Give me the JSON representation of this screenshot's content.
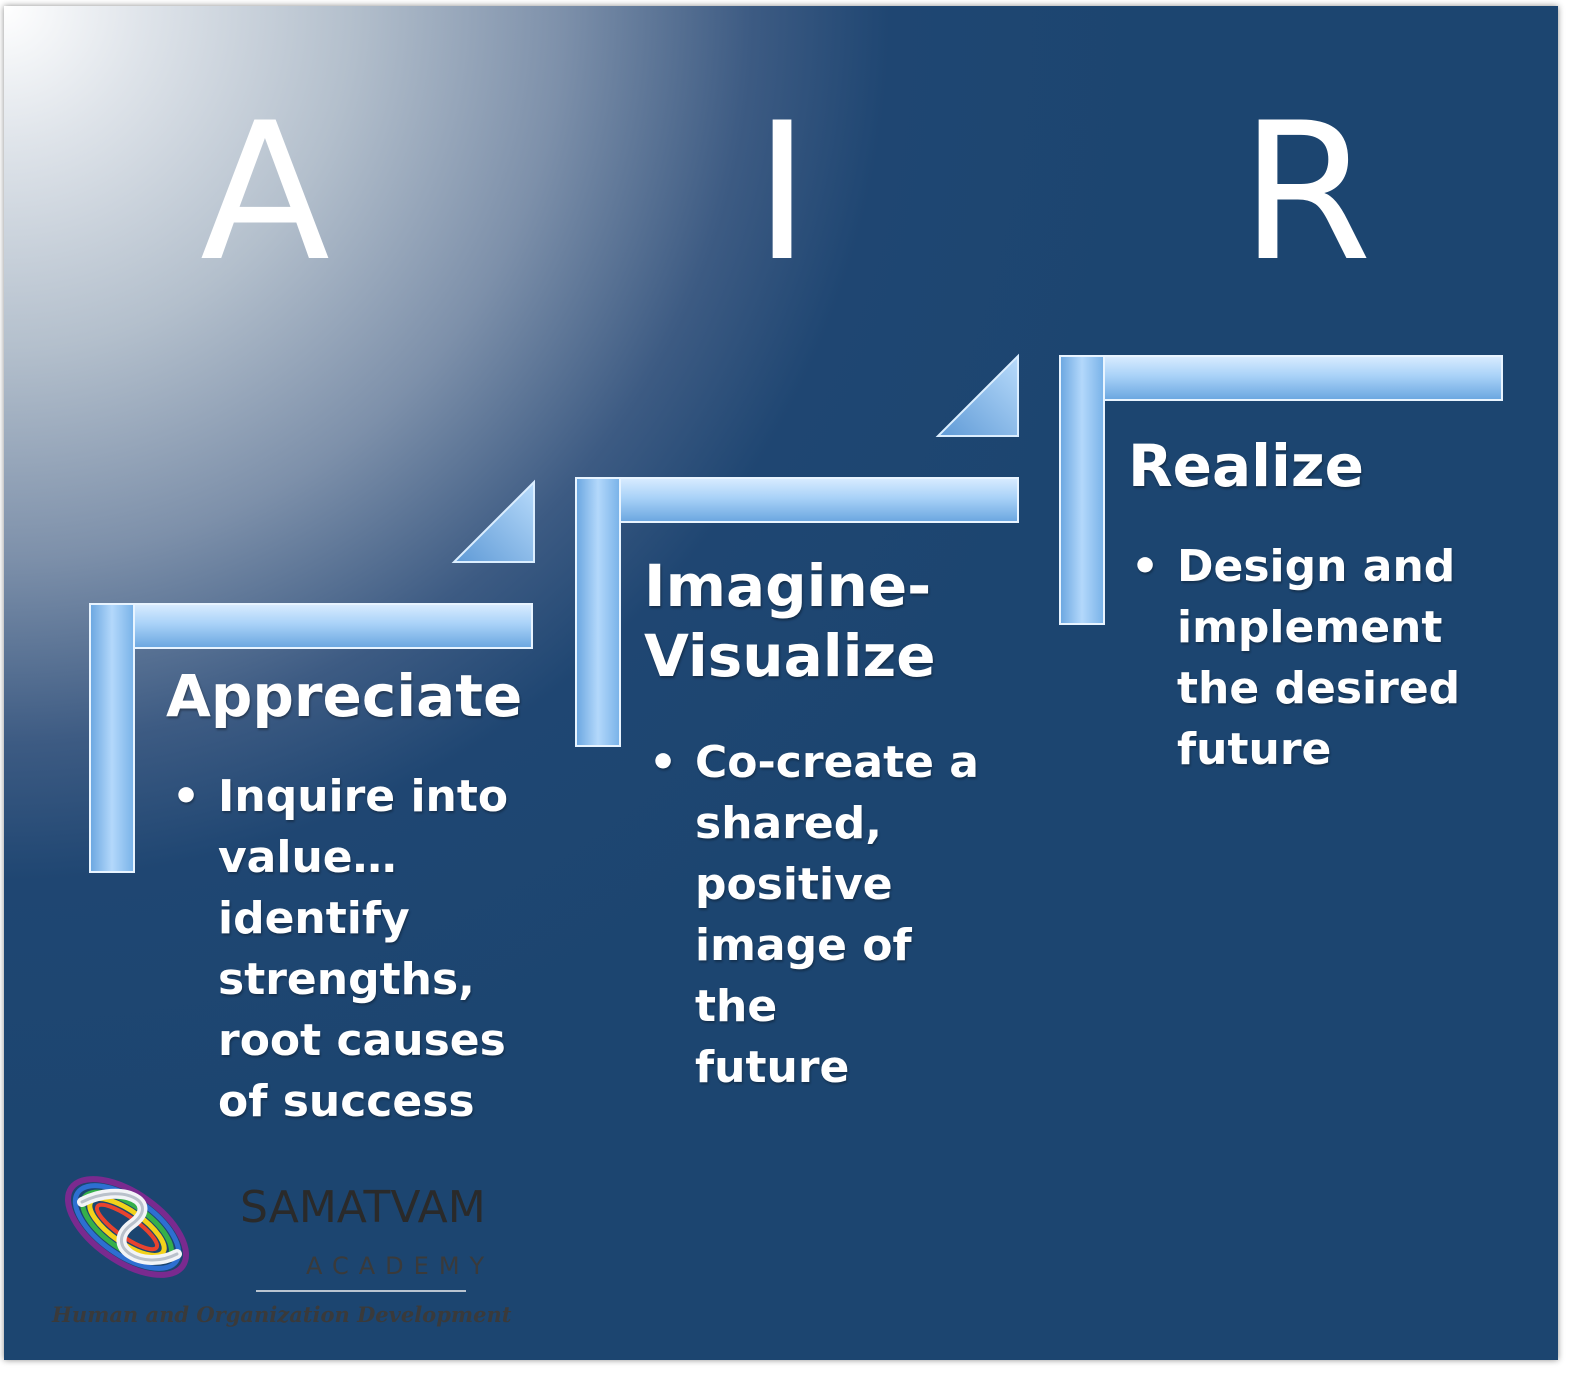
{
  "letters": [
    "A",
    "I",
    "R"
  ],
  "steps": [
    {
      "title": "Appreciate",
      "bullet": "•",
      "lines": [
        "Inquire into",
        "value…",
        "identify",
        "strengths,",
        "root causes",
        "of success"
      ]
    },
    {
      "title_lines": [
        "Imagine-",
        "Visualize"
      ],
      "bullet": "•",
      "lines": [
        "Co-create a",
        "shared,",
        "positive",
        "image of the",
        "future"
      ]
    },
    {
      "title": "Realize",
      "bullet": "•",
      "lines": [
        "Design and",
        "implement",
        "the desired",
        "future"
      ]
    }
  ],
  "logo": {
    "name": "SAMATVAM",
    "sub": "ACADEMY",
    "tagline": "Human and Organization Development"
  },
  "colors": {
    "background_dark": "#1c4570",
    "background_light": "#ffffff",
    "step_blue": "#9cc8f4",
    "text": "#ffffff"
  }
}
